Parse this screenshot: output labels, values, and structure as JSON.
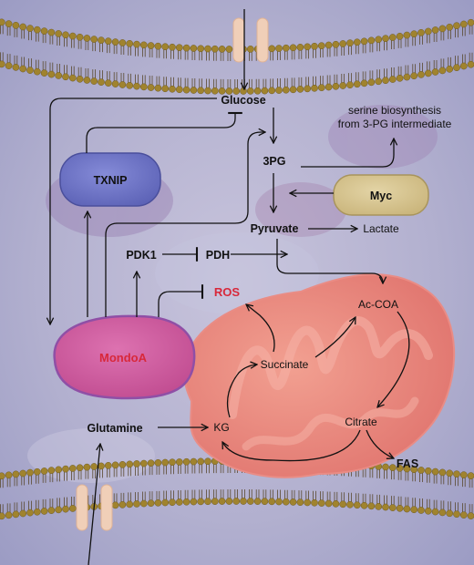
{
  "nodes": {
    "glucose": "Glucose",
    "pg3": "3PG",
    "pyruvate": "Pyruvate",
    "lactate": "Lactate",
    "serine_line1": "serine biosynthesis",
    "serine_line2": "from 3-PG intermediate",
    "txnip": "TXNIP",
    "myc": "Myc",
    "pdk1": "PDK1",
    "pdh": "PDH",
    "ros": "ROS",
    "mondoa": "MondoA",
    "acoa": "Ac-COA",
    "succinate": "Succinate",
    "citrate": "Citrate",
    "kg": "KG",
    "glutamine": "Glutamine",
    "fas": "FAS"
  },
  "colors": {
    "membrane_head": "#a0832e",
    "mondoa_fill": "#d05a9e",
    "mondoa_text": "#d8283a",
    "ros_text": "#d8283a",
    "txnip_fill": "#6e74c6",
    "myc_fill": "#d7c491",
    "mito_fill": "#e9837c",
    "background": "#b7b6d2"
  }
}
